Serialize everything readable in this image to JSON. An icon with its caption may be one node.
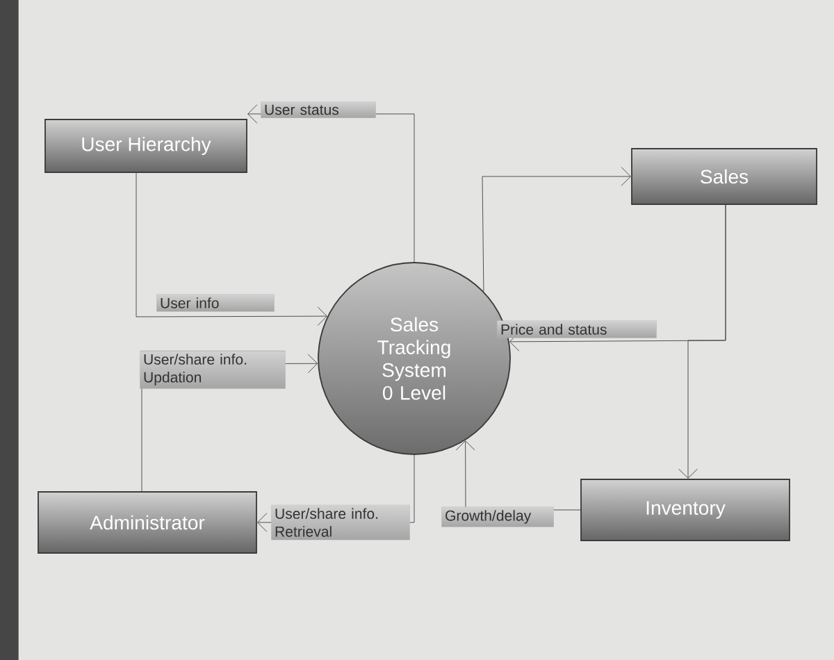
{
  "diagram": {
    "nodes": [
      {
        "text": [
          "User Hierarchy"
        ]
      },
      {
        "text": [
          "Sales"
        ]
      },
      {
        "text": [
          "Sales Tracking System 0 Level"
        ]
      },
      {
        "text": [
          "Administrator"
        ]
      },
      {
        "text": [
          "Inventory"
        ]
      }
    ],
    "edges": [
      {
        "from": 2,
        "to": 0,
        "arrow": "to",
        "label": "User status"
      },
      {
        "from": 0,
        "to": 2,
        "arrow": "to",
        "label": "User info"
      },
      {
        "from": 2,
        "to": 1,
        "arrow": "to"
      },
      {
        "from": 1,
        "to": 2,
        "arrow": "to",
        "label": "Price and status"
      },
      {
        "from": 1,
        "to": 4,
        "arrow": "to"
      },
      {
        "from": 3,
        "to": 2,
        "arrow": "to",
        "label": "User/share info. Updation"
      },
      {
        "from": 2,
        "to": 3,
        "arrow": "to",
        "label": "User/share info. Retrieval"
      },
      {
        "from": 4,
        "to": 2,
        "arrow": "to",
        "label": "Growth/delay"
      }
    ]
  }
}
